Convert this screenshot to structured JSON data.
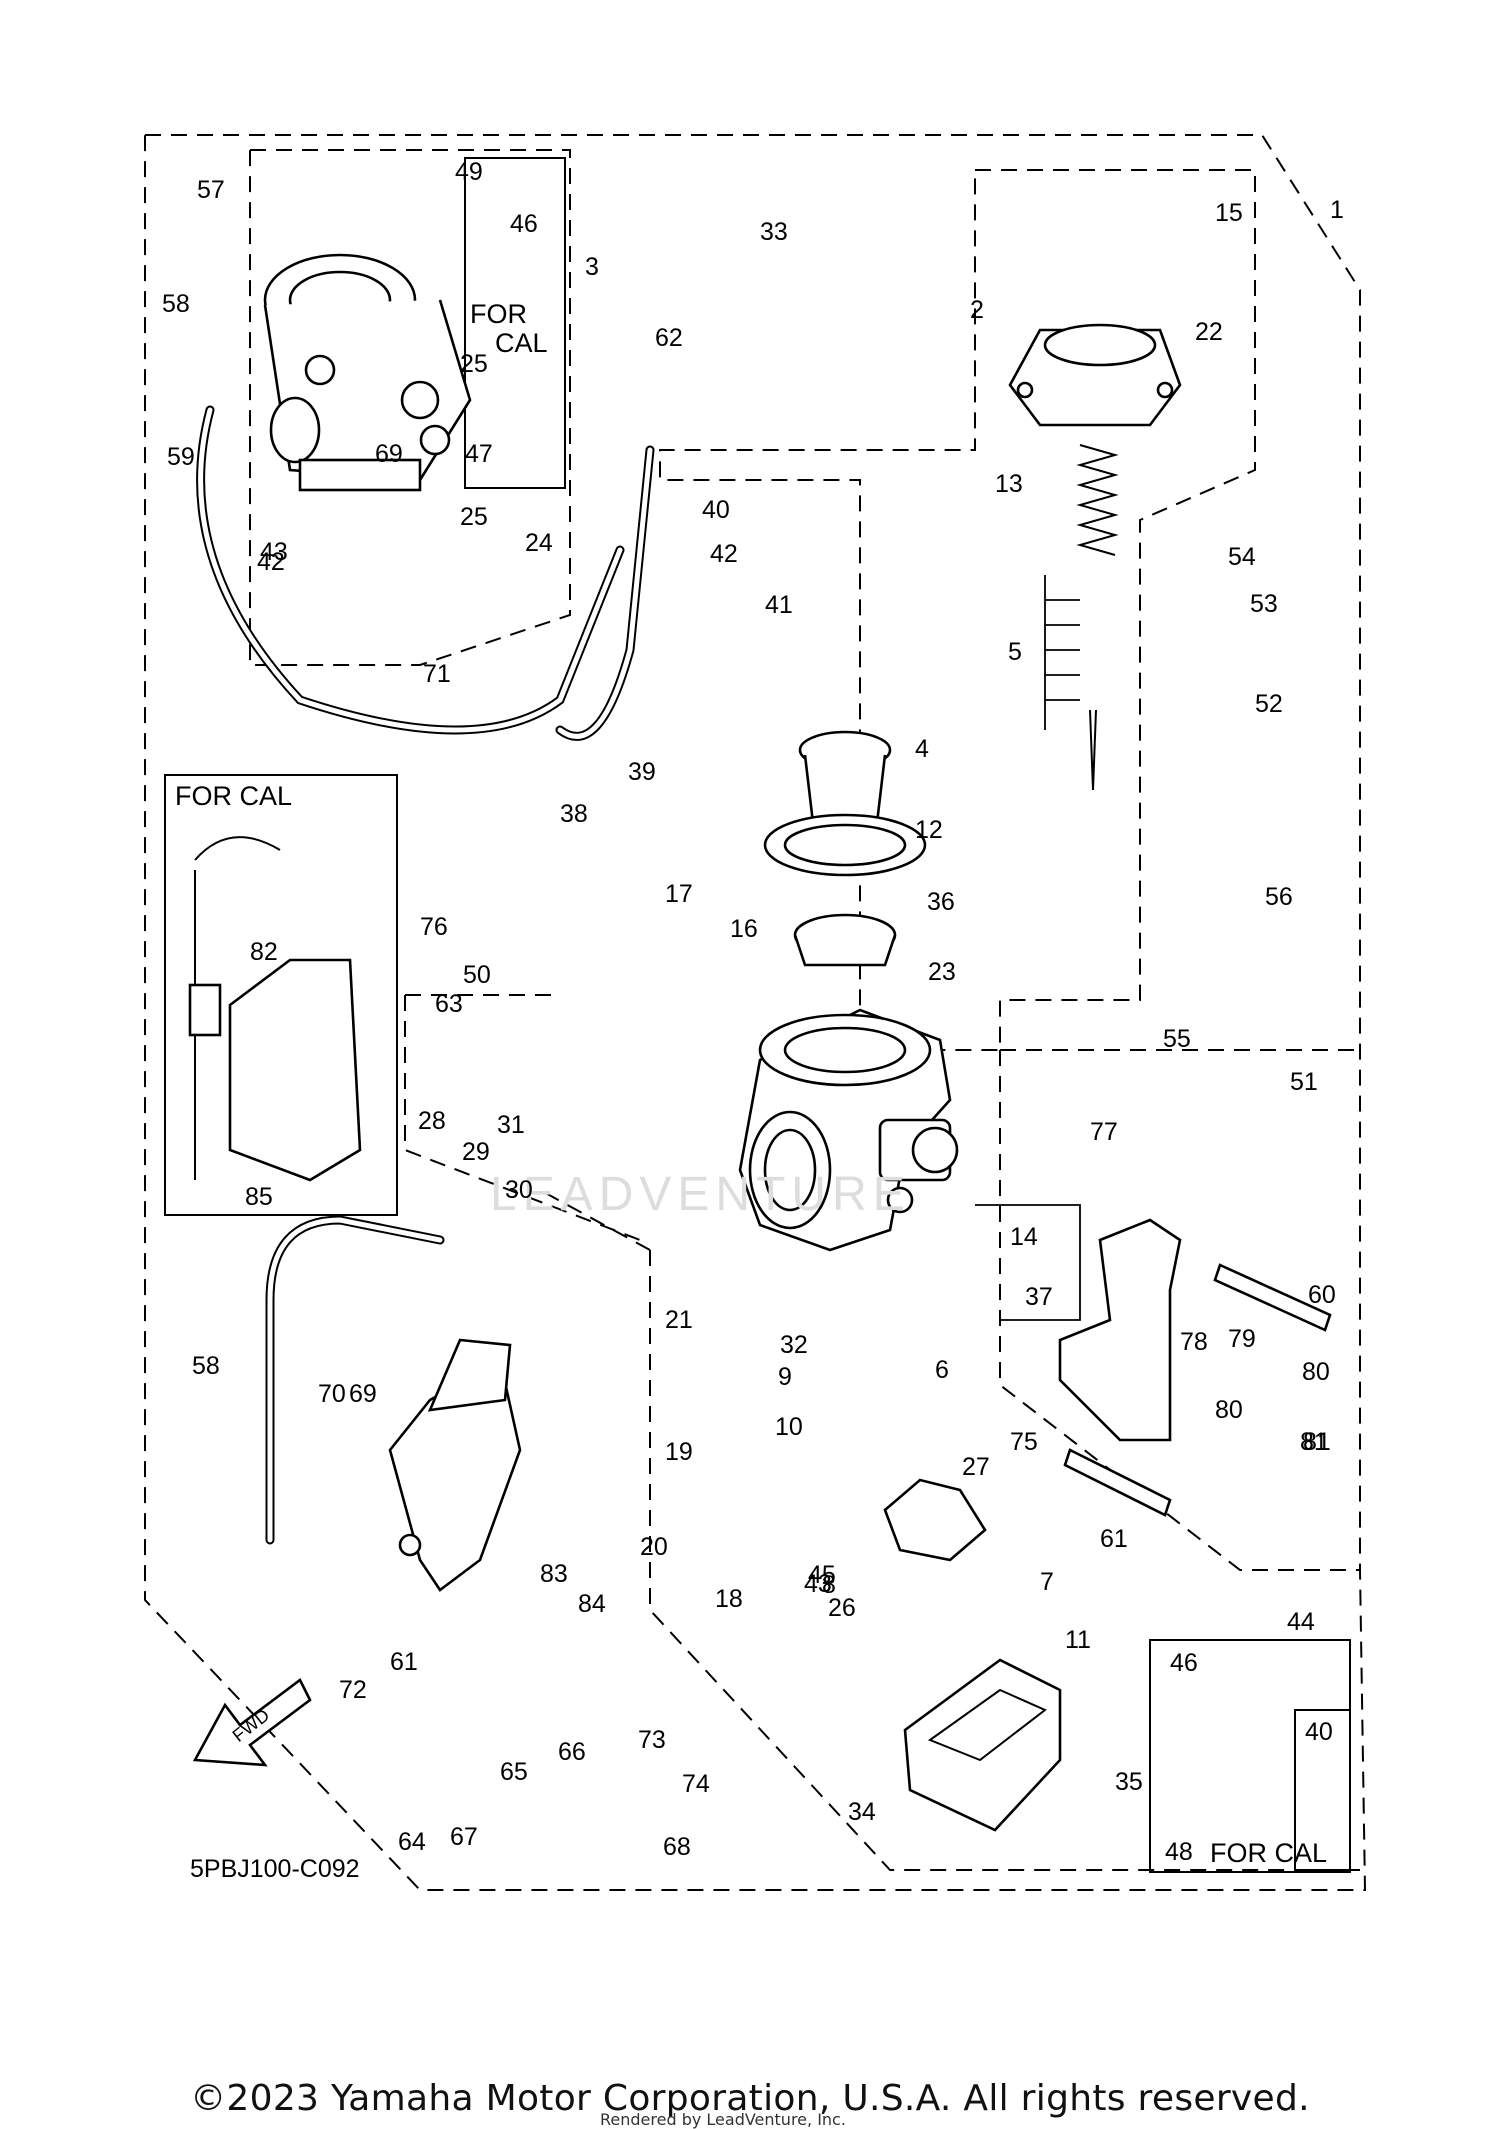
{
  "diagram_code": "5PBJ100-C092",
  "copyright": "©2023 Yamaha Motor Corporation, U.S.A. All rights reserved.",
  "rendered_by": "Rendered by LeadVenture, Inc.",
  "watermark": "LEADVENTURE",
  "fwd_label": "FWD",
  "captions": {
    "for_cal_inset_top": "FOR\nCAL",
    "for_cal_inset_left": "FOR CAL",
    "for_cal_inset_bottom": "FOR CAL"
  },
  "callouts": [
    "1",
    "2",
    "3",
    "4",
    "5",
    "6",
    "7",
    "8",
    "9",
    "10",
    "11",
    "12",
    "13",
    "14",
    "15",
    "16",
    "17",
    "18",
    "19",
    "20",
    "21",
    "22",
    "23",
    "24",
    "25",
    "25",
    "26",
    "27",
    "28",
    "29",
    "30",
    "31",
    "32",
    "33",
    "34",
    "35",
    "36",
    "37",
    "38",
    "39",
    "40",
    "40",
    "41",
    "42",
    "42",
    "43",
    "43",
    "44",
    "45",
    "46",
    "46",
    "47",
    "48",
    "49",
    "50",
    "51",
    "52",
    "53",
    "54",
    "55",
    "56",
    "57",
    "58",
    "58",
    "59",
    "60",
    "61",
    "61",
    "62",
    "63",
    "64",
    "65",
    "66",
    "67",
    "68",
    "69",
    "69",
    "70",
    "71",
    "72",
    "73",
    "74",
    "75",
    "76",
    "77",
    "78",
    "79",
    "80",
    "80",
    "81",
    "81",
    "82",
    "83",
    "84",
    "85"
  ]
}
